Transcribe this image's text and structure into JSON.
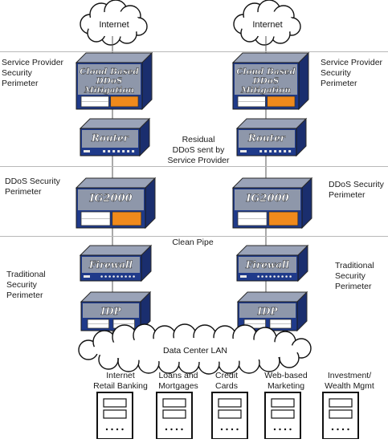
{
  "internet_label": "Internet",
  "zones": {
    "service_provider": "Service Provider\nSecurity\nPerimeter",
    "ddos": "DDoS Security\nPerimeter",
    "traditional": "Traditional\nSecurity\nPerimeter"
  },
  "devices": {
    "cloud_mitigation": "Cloud Based\nDDoS\nMitigation",
    "router": "Router",
    "ig2000": "IG2000",
    "firewall": "Firewall",
    "idp": "IDP"
  },
  "annotations": {
    "residual": "Residual\nDDoS sent by\nService Provider",
    "clean_pipe": "Clean Pipe"
  },
  "lan_label": "Data Center LAN",
  "servers": [
    "Internet\nRetail Banking",
    "Loans and\nMortgages",
    "Credit\nCards",
    "Web-based\nMarketing",
    "Investment/\nWealth Mgmt"
  ],
  "colors": {
    "device_body": "#1f3a8a",
    "device_accent": "#f08a1c",
    "cloud_stroke": "#111111",
    "separator": "#b8b8b8"
  }
}
